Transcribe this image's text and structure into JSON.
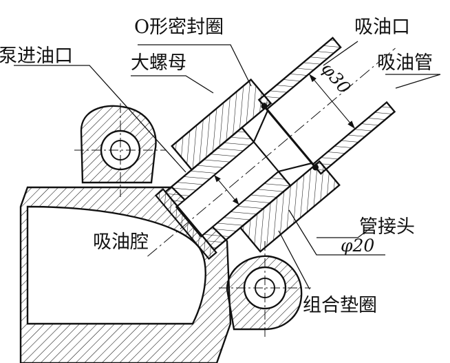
{
  "labels": {
    "pump_inlet": "泵进油口",
    "o_ring": "O形密封圈",
    "big_nut": "大螺母",
    "suction_port": "吸油口",
    "suction_pipe": "吸油管",
    "pipe_joint": "管接头",
    "suction_chamber": "吸油腔",
    "combined_gasket": "组合垫圈"
  },
  "dimensions": {
    "d30": "φ30",
    "d20": "φ20"
  },
  "colors": {
    "ink": "#111111",
    "paper": "#ffffff"
  }
}
